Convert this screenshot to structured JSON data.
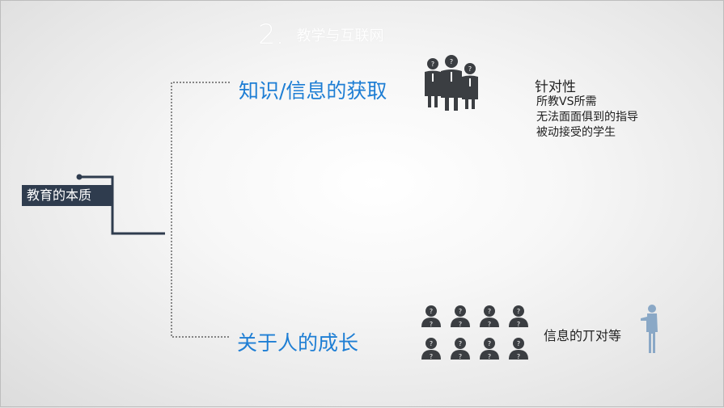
{
  "slide": {
    "title_number": "2.",
    "title_text": "教学与互联网"
  },
  "root": {
    "label": "教育的本质"
  },
  "branches": [
    {
      "heading": "知识/信息的获取",
      "detail_title": "针对性",
      "detail_lines": [
        "所教VS所需",
        "无法面面俱到的指导",
        "被动接受的学生"
      ]
    },
    {
      "heading": "关于人的成长",
      "detail_text": "信息的丌对等"
    }
  ],
  "icons": {
    "top_group": "business-people-question-icon",
    "bottom_grid": "person-question-grid-icon",
    "speaker": "presenter-figure-icon"
  },
  "colors": {
    "heading_blue": "#1e7ed4",
    "root_box": "#2f3c4e",
    "connector": "#3a3f44",
    "person_dark": "#3b3e42",
    "presenter_blue": "#8aa8c6"
  }
}
